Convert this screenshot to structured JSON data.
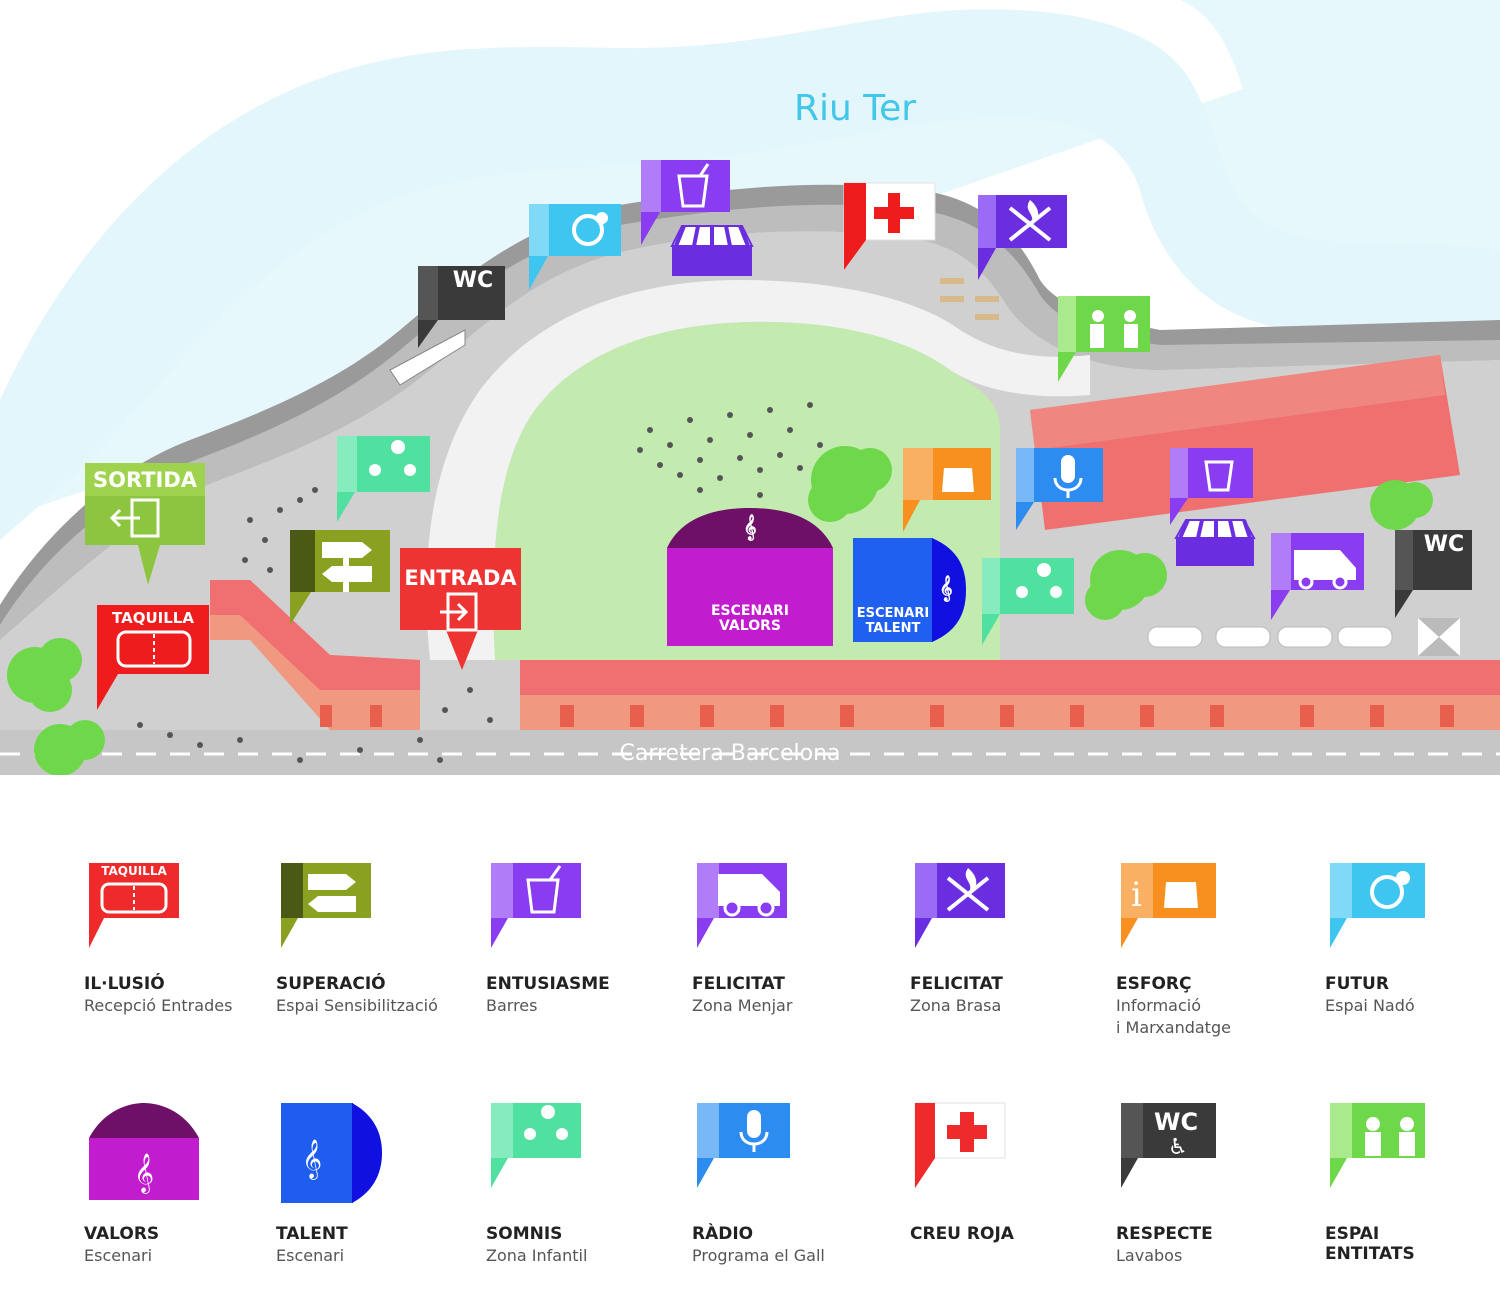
{
  "map": {
    "river_name": "Riu Ter",
    "road_name": "Carretera Barcelona",
    "labels": {
      "exit": "SORTIDA",
      "entrance": "ENTRADA",
      "ticket_office": "TAQUILLA",
      "wc": "WC",
      "stage_valors": "ESCENARI\nVALORS",
      "stage_talent": "ESCENARI\nTALENT"
    }
  },
  "colors": {
    "river": "#e3f6fb",
    "path": "#cfcfcf",
    "grass": "#c4ecb0",
    "road": "#c8c8c8",
    "building": "#f48c78",
    "red": "#ee2a2a",
    "olive": "#8aa020",
    "purple": "#8a3cf0",
    "orange": "#f7901e",
    "cyan": "#3fc6f0",
    "magenta": "#c21ccf",
    "blue": "#1e5df0",
    "mint": "#50e0a0",
    "mic_blue": "#2d8cf0",
    "dark": "#3a3a3a",
    "lightgreen": "#6ed84a",
    "green_sign": "#8cc63f"
  },
  "legend": [
    {
      "icon": "ticket-icon",
      "title": "IL·LUSIÓ",
      "sub": "Recepció Entrades",
      "tag": "TAQUILLA"
    },
    {
      "icon": "signpost-icon",
      "title": "SUPERACIÓ",
      "sub": "Espai Sensibilització"
    },
    {
      "icon": "drink-icon",
      "title": "ENTUSIASME",
      "sub": "Barres"
    },
    {
      "icon": "food-truck-icon",
      "title": "FELICITAT",
      "sub": "Zona Menjar"
    },
    {
      "icon": "bbq-icon",
      "title": "FELICITAT",
      "sub": "Zona Brasa"
    },
    {
      "icon": "info-shop-icon",
      "title": "ESFORÇ",
      "sub": "Informació\ni Marxandatge"
    },
    {
      "icon": "pacifier-icon",
      "title": "FUTUR",
      "sub": "Espai Nadó"
    },
    {
      "icon": "stage-valors-icon",
      "title": "VALORS",
      "sub": "Escenari"
    },
    {
      "icon": "stage-talent-icon",
      "title": "TALENT",
      "sub": "Escenari"
    },
    {
      "icon": "kids-icon",
      "title": "SOMNIS",
      "sub": "Zona Infantil"
    },
    {
      "icon": "microphone-icon",
      "title": "RÀDIO",
      "sub": "Programa el Gall"
    },
    {
      "icon": "red-cross-icon",
      "title": "CREU ROJA",
      "sub": ""
    },
    {
      "icon": "wc-icon",
      "title": "RESPECTE",
      "sub": "Lavabos",
      "tag": "WC"
    },
    {
      "icon": "high-five-icon",
      "title": "ESPAI\nENTITATS",
      "sub": ""
    }
  ]
}
